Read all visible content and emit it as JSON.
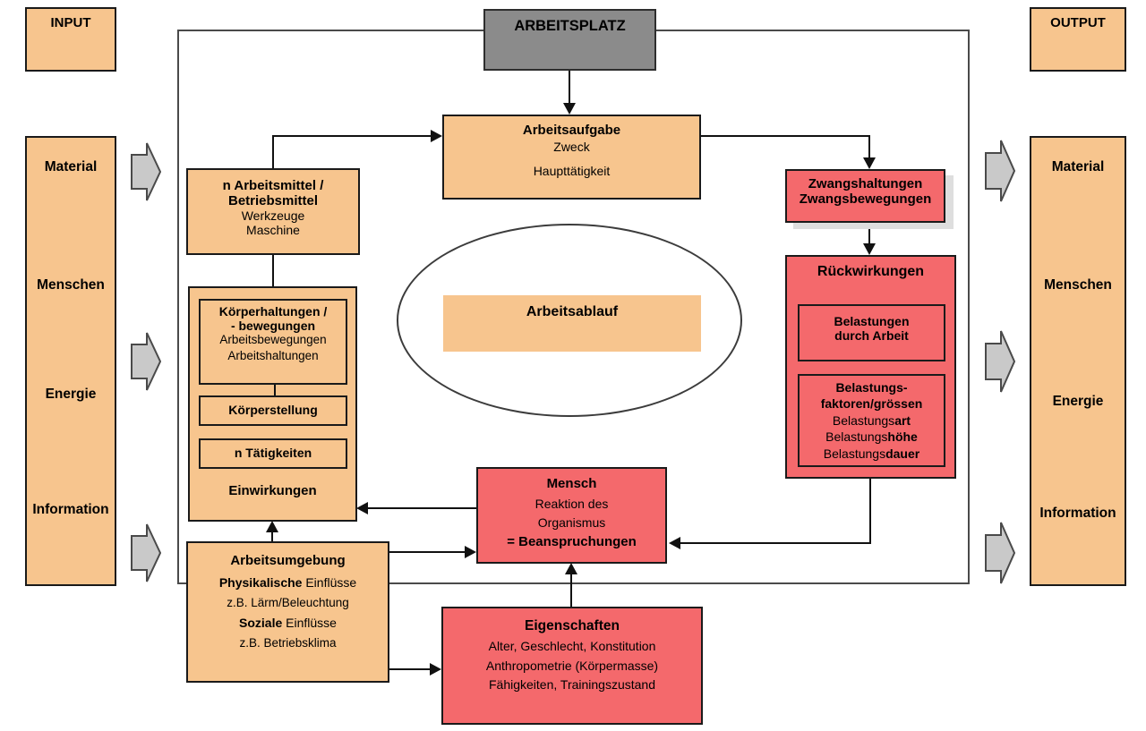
{
  "colors": {
    "orange": "#F7C58E",
    "red": "#F4696C",
    "gray_header": "#8B8B8B",
    "flow_arrow_gray": "#C9C9C9"
  },
  "input_panel": {
    "title": "INPUT",
    "items": [
      "Material",
      "Menschen",
      "Energie",
      "Information"
    ]
  },
  "output_panel": {
    "title": "OUTPUT",
    "items": [
      "Material",
      "Menschen",
      "Energie",
      "Information"
    ]
  },
  "arbeitsplatz": {
    "title": "ARBEITSPLATZ"
  },
  "arbeitsaufgabe": {
    "title": "Arbeitsaufgabe",
    "line1": "Zweck",
    "line2": "Haupttätigkeit"
  },
  "arbeitsmittel": {
    "title1": "n Arbeitsmittel /",
    "title2": "Betriebsmittel",
    "line1": "Werkzeuge",
    "line2": "Maschine"
  },
  "koerper_group": {
    "haltungen": {
      "bold1": "Körperhaltungen /",
      "bold2": "- bewegungen",
      "line1": "Arbeitsbewegungen",
      "line2": "Arbeitshaltungen"
    },
    "koerperstellung": "Körperstellung",
    "taetigkeiten": "n Tätigkeiten",
    "einwirkungen": "Einwirkungen"
  },
  "arbeitsablauf": {
    "title": "Arbeitsablauf"
  },
  "zwang": {
    "line1": "Zwangshaltungen",
    "line2": "Zwangsbewegungen"
  },
  "rueckwirkungen": {
    "title": "Rückwirkungen",
    "belastungen": {
      "line1": "Belastungen",
      "line2": "durch Arbeit"
    },
    "faktoren": {
      "bold1": "Belastungs-",
      "bold2": "faktoren/grössen",
      "art_n": "Belastungs",
      "art_b": "art",
      "hoehe_n": "Belastungs",
      "hoehe_b": "höhe",
      "dauer_n": "Belastungs",
      "dauer_b": "dauer"
    }
  },
  "mensch": {
    "title": "Mensch",
    "line1": "Reaktion des",
    "line2": "Organismus",
    "line3": "= Beanspruchungen"
  },
  "arbeitsumgebung": {
    "title": "Arbeitsumgebung",
    "phys_b": "Physikalische",
    "phys_n": " Einflüsse",
    "phys_ex": "z.B. Lärm/Beleuchtung",
    "soz_b": "Soziale",
    "soz_n": " Einflüsse",
    "soz_ex": "z.B. Betriebsklima"
  },
  "eigenschaften": {
    "title": "Eigenschaften",
    "line1": "Alter, Geschlecht, Konstitution",
    "line2": "Anthropometrie (Körpermasse)",
    "line3": "Fähigkeiten, Trainingszustand"
  }
}
